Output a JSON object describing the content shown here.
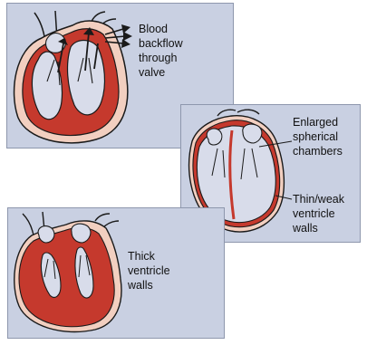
{
  "colors": {
    "panel_background": "#c9d0e2",
    "panel_border": "#8e97ad",
    "muscle": "#c5392d",
    "outer_tissue": "#f2cfc0",
    "chamber": "#d8dcea",
    "outline": "#1a1a1a"
  },
  "panels": {
    "backflow": {
      "label": "Blood\nbackflow\nthrough\nvalve"
    },
    "dilated": {
      "label_top": "Enlarged\nspherical\nchambers",
      "label_bottom": "Thin/weak\nventricle\nwalls"
    },
    "thickened": {
      "label": "Thick\nventricle\nwalls"
    }
  }
}
